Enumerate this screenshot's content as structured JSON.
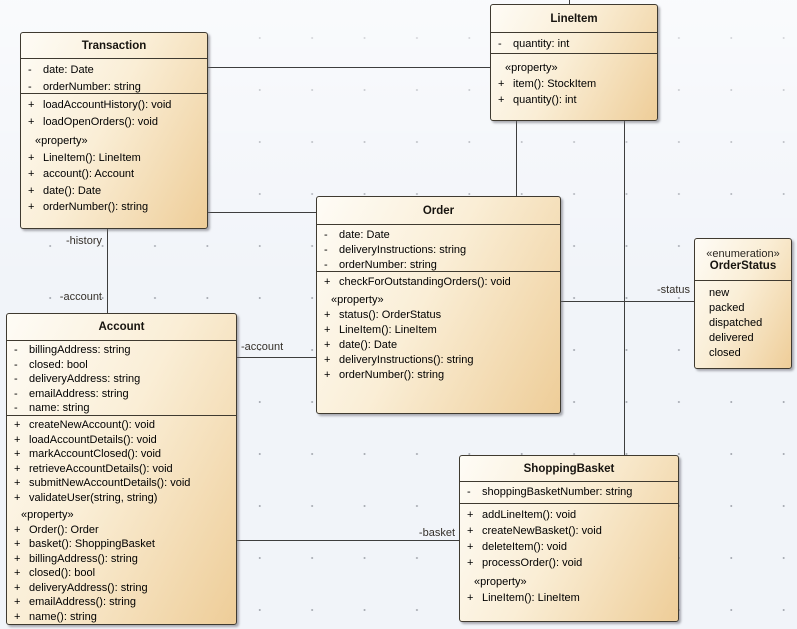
{
  "diagram_type": "uml-class-diagram",
  "colors": {
    "box_fill_light": "#fefcf6",
    "box_fill_dark": "#eecd98",
    "box_border": "#3f3a30",
    "connector": "#3e3e3e",
    "canvas_bg": "#f1f4f9"
  },
  "classes": {
    "transaction": {
      "title": "Transaction",
      "attributes": [
        {
          "v": "-",
          "t": "date: Date"
        },
        {
          "v": "-",
          "t": "orderNumber: string"
        }
      ],
      "operations": [
        {
          "v": "+",
          "t": "loadAccountHistory(): void"
        },
        {
          "v": "+",
          "t": "loadOpenOrders(): void"
        }
      ],
      "stereotype": "«property»",
      "properties": [
        {
          "v": "+",
          "t": "LineItem(): LineItem"
        },
        {
          "v": "+",
          "t": "account(): Account"
        },
        {
          "v": "+",
          "t": "date(): Date"
        },
        {
          "v": "+",
          "t": "orderNumber(): string"
        }
      ]
    },
    "lineitem": {
      "title": "LineItem",
      "attributes": [
        {
          "v": "-",
          "t": "quantity: int"
        }
      ],
      "stereotype": "«property»",
      "properties": [
        {
          "v": "+",
          "t": "item(): StockItem"
        },
        {
          "v": "+",
          "t": "quantity(): int"
        }
      ]
    },
    "order": {
      "title": "Order",
      "attributes": [
        {
          "v": "-",
          "t": "date: Date"
        },
        {
          "v": "-",
          "t": "deliveryInstructions: string"
        },
        {
          "v": "-",
          "t": "orderNumber: string"
        }
      ],
      "operations": [
        {
          "v": "+",
          "t": "checkForOutstandingOrders(): void"
        }
      ],
      "stereotype": "«property»",
      "properties": [
        {
          "v": "+",
          "t": "status(): OrderStatus"
        },
        {
          "v": "+",
          "t": "LineItem(): LineItem"
        },
        {
          "v": "+",
          "t": "date(): Date"
        },
        {
          "v": "+",
          "t": "deliveryInstructions(): string"
        },
        {
          "v": "+",
          "t": "orderNumber(): string"
        }
      ]
    },
    "orderstatus": {
      "stereotype": "«enumeration»",
      "title": "OrderStatus",
      "literals": [
        "new",
        "packed",
        "dispatched",
        "delivered",
        "closed"
      ]
    },
    "account": {
      "title": "Account",
      "attributes": [
        {
          "v": "-",
          "t": "billingAddress: string"
        },
        {
          "v": "-",
          "t": "closed: bool"
        },
        {
          "v": "-",
          "t": "deliveryAddress: string"
        },
        {
          "v": "-",
          "t": "emailAddress: string"
        },
        {
          "v": "-",
          "t": "name: string"
        }
      ],
      "operations": [
        {
          "v": "+",
          "t": "createNewAccount(): void"
        },
        {
          "v": "+",
          "t": "loadAccountDetails(): void"
        },
        {
          "v": "+",
          "t": "markAccountClosed(): void"
        },
        {
          "v": "+",
          "t": "retrieveAccountDetails(): void"
        },
        {
          "v": "+",
          "t": "submitNewAccountDetails(): void"
        },
        {
          "v": "+",
          "t": "validateUser(string, string)"
        }
      ],
      "stereotype": "«property»",
      "properties": [
        {
          "v": "+",
          "t": "Order(): Order"
        },
        {
          "v": "+",
          "t": "basket(): ShoppingBasket"
        },
        {
          "v": "+",
          "t": "billingAddress(): string"
        },
        {
          "v": "+",
          "t": "closed(): bool"
        },
        {
          "v": "+",
          "t": "deliveryAddress(): string"
        },
        {
          "v": "+",
          "t": "emailAddress(): string"
        },
        {
          "v": "+",
          "t": "name(): string"
        }
      ]
    },
    "shoppingbasket": {
      "title": "ShoppingBasket",
      "attributes": [
        {
          "v": "-",
          "t": "shoppingBasketNumber: string"
        }
      ],
      "operations": [
        {
          "v": "+",
          "t": "addLineItem(): void"
        },
        {
          "v": "+",
          "t": "createNewBasket(): void"
        },
        {
          "v": "+",
          "t": "deleteItem(): void"
        },
        {
          "v": "+",
          "t": "processOrder(): void"
        }
      ],
      "stereotype": "«property»",
      "properties": [
        {
          "v": "+",
          "t": "LineItem(): LineItem"
        }
      ]
    }
  },
  "connector_labels": {
    "history": "-history",
    "account_source": "-account",
    "account_order": "-account",
    "status": "-status",
    "basket": "-basket"
  }
}
